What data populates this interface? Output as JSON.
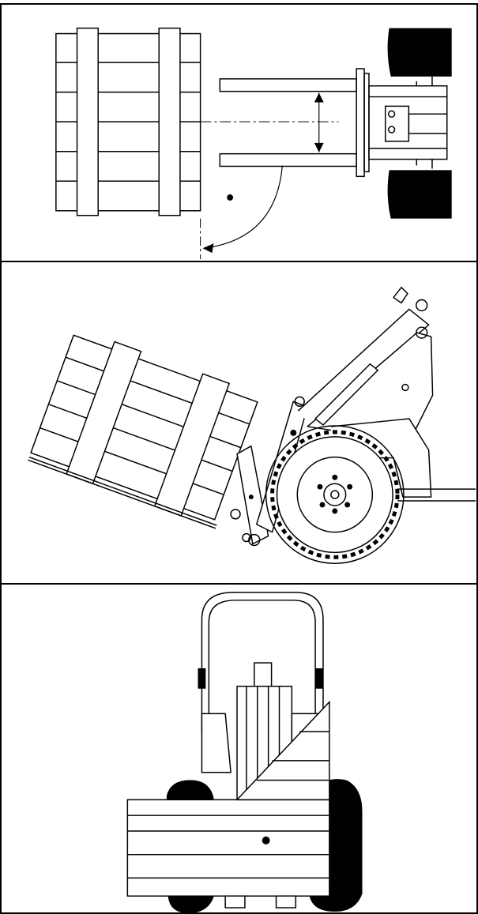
{
  "figure": {
    "panels": [
      {
        "id": "top-view-fork-approach",
        "description_visible": false
      },
      {
        "id": "side-view-load-tilted",
        "description_visible": false
      },
      {
        "id": "rear-view-load-carried",
        "description_visible": false
      }
    ]
  },
  "colors": {
    "line": "#000000",
    "tire": "#000000",
    "background": "#ffffff"
  },
  "icons": [
    "dimension-arrow-icon",
    "rotation-arrow-icon",
    "pivot-dot-icon"
  ]
}
